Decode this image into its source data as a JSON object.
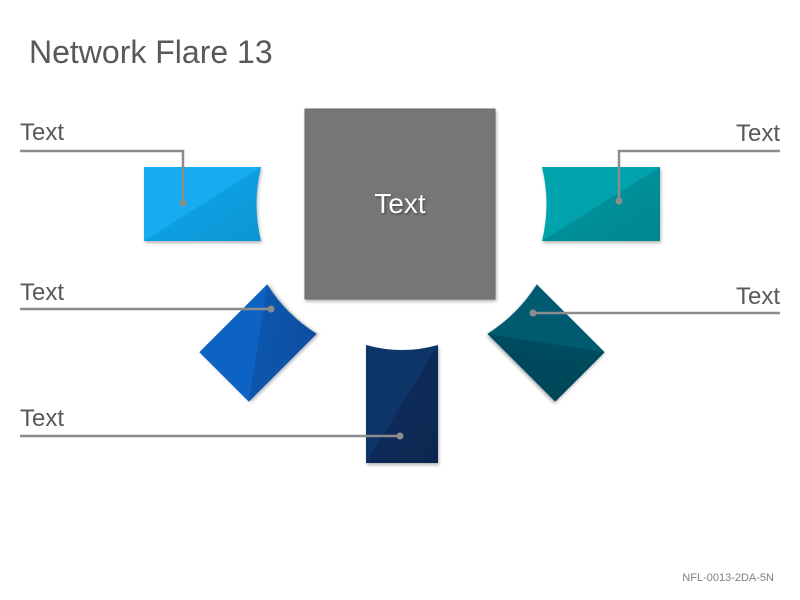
{
  "title": "Network Flare 13",
  "code": "NFL-0013-2DA-5N",
  "hub": {
    "label": "Text",
    "color": "#767676"
  },
  "labels": {
    "top_left": "Text",
    "mid_left": "Text",
    "bottom_left": "Text",
    "top_right": "Text",
    "mid_right": "Text"
  },
  "colors": {
    "light_blue": "#11a7e8",
    "royal_blue": "#0a5bb8",
    "navy": "#0d2e5e",
    "teal": "#00969f",
    "dark_teal": "#004f63",
    "connector": "#8c8c8c"
  }
}
